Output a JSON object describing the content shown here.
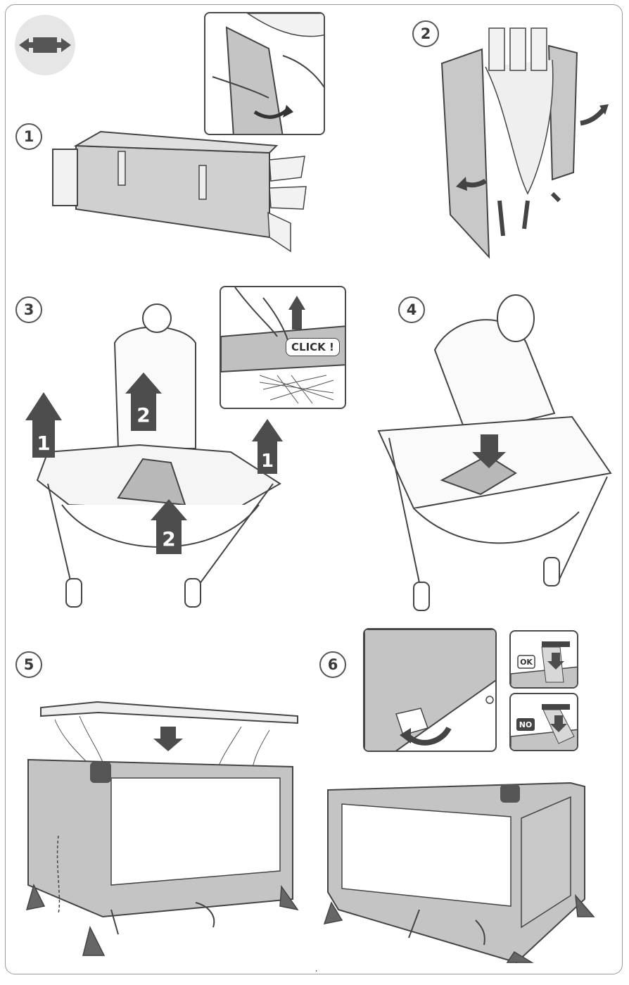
{
  "icons": {
    "width_icon": "horizontal-expand-icon"
  },
  "steps": [
    {
      "number": "1"
    },
    {
      "number": "2"
    },
    {
      "number": "3",
      "arrows": [
        "1",
        "2",
        "2",
        "1"
      ],
      "callout_label": "CLICK !"
    },
    {
      "number": "4"
    },
    {
      "number": "5"
    },
    {
      "number": "6",
      "badges": [
        "OK",
        "NO"
      ]
    }
  ],
  "colors": {
    "line": "#4a4a4a",
    "fabric": "#b8b8b8",
    "fabric_light": "#d6d6d6",
    "arrow": "#4d4d4d",
    "icon_bg": "#e6e6e6"
  },
  "footer": {
    "page_mark": "’"
  }
}
